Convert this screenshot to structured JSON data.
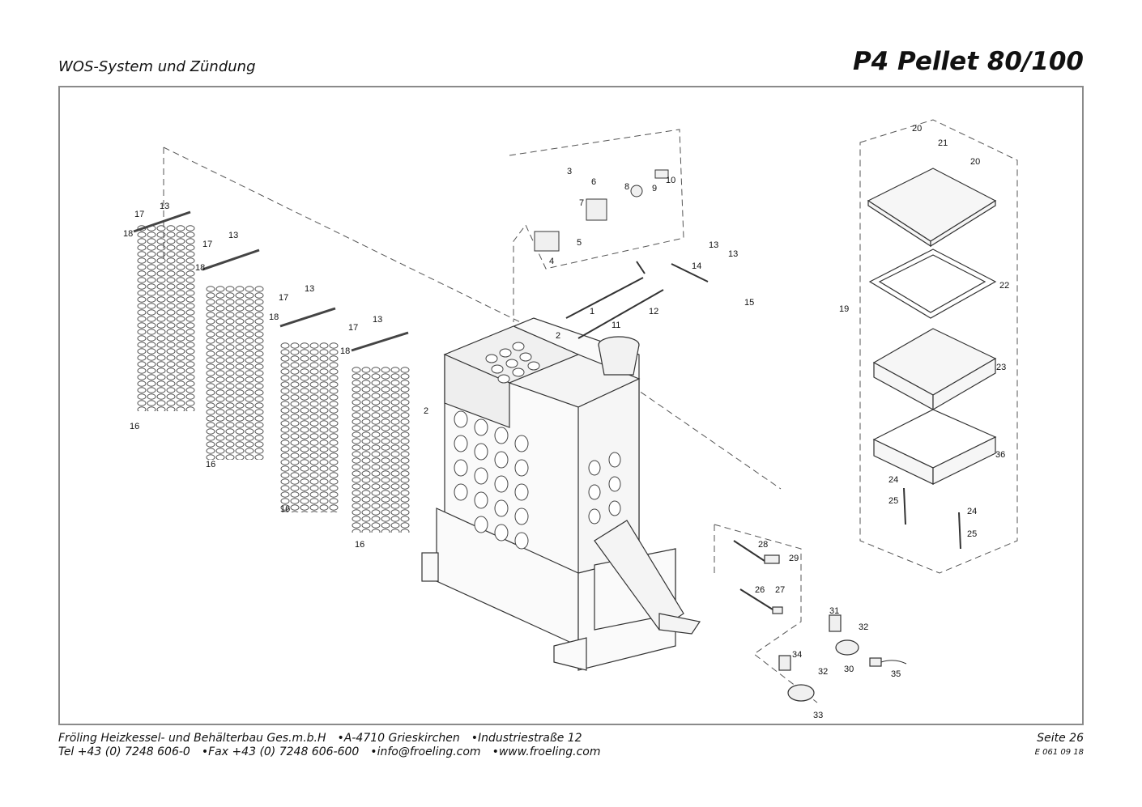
{
  "header": {
    "subtitle": "WOS-System und Zündung",
    "title": "P4 Pellet 80/100"
  },
  "diagram": {
    "callouts": [
      "1",
      "2",
      "2",
      "3",
      "4",
      "5",
      "6",
      "7",
      "8",
      "9",
      "10",
      "11",
      "12",
      "13",
      "13",
      "13",
      "13",
      "13",
      "13",
      "14",
      "15",
      "16",
      "16",
      "16",
      "16",
      "17",
      "17",
      "17",
      "17",
      "18",
      "18",
      "18",
      "18",
      "19",
      "20",
      "20",
      "21",
      "22",
      "23",
      "24",
      "24",
      "25",
      "25",
      "26",
      "27",
      "28",
      "29",
      "30",
      "31",
      "32",
      "32",
      "33",
      "34",
      "35",
      "36"
    ]
  },
  "footer": {
    "company": "Fröling Heizkessel- und Behälterbau Ges.m.b.H",
    "address_city": "A-4710 Grieskirchen",
    "address_street": "Industriestraße 12",
    "tel": "Tel +43 (0) 7248 606-0",
    "fax": "Fax +43 (0) 7248 606-600",
    "email": "info@froeling.com",
    "web": "www.froeling.com",
    "page": "Seite 26",
    "doc_number": "E 061 09 18"
  }
}
